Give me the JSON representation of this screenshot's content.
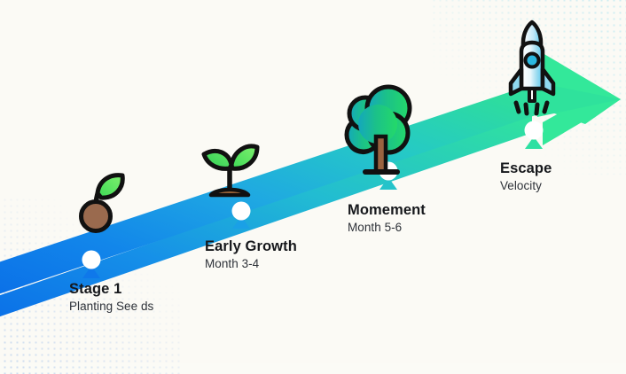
{
  "infographic": {
    "title_visible": false,
    "background_color": "#fbfaf5",
    "arrow": {
      "gradient_start": "#0a72e8",
      "gradient_mid": "#1fb6e0",
      "gradient_end": "#2ee6a0",
      "direction": "up-right",
      "head": "arrowhead-right"
    },
    "halftone": {
      "top_right_color": "#49c8e8",
      "bottom_left_color": "#3c7fe0"
    }
  },
  "milestones": [
    {
      "id": "stage-1",
      "title": "Stage 1",
      "subtitle": "Planting See ds",
      "icon": "seed-sprout-icon",
      "marker_color": "#0f78ea"
    },
    {
      "id": "early-growth",
      "title": "Early Growth",
      "subtitle": "Month 3-4",
      "icon": "seedling-icon",
      "marker_color": "#1aa0e6"
    },
    {
      "id": "momement",
      "title": "Momement",
      "subtitle": "Month 5-6",
      "icon": "tree-icon",
      "marker_color": "#24c8c4"
    },
    {
      "id": "escape-velocity",
      "title": "Escape",
      "subtitle": "Velocity",
      "icon": "rocket-icon",
      "marker_color": "#2ee0a2"
    }
  ]
}
